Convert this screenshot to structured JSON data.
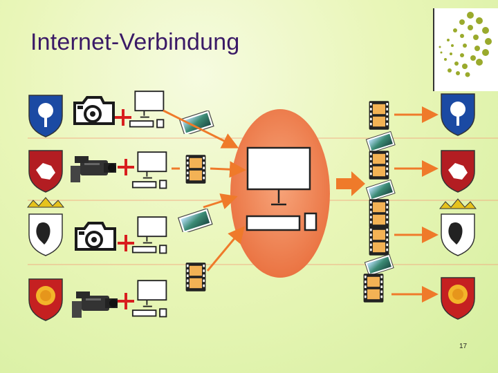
{
  "slide": {
    "title": "Internet-Verbindung",
    "page_number": "17"
  },
  "colors": {
    "background": "#e9f6b8",
    "title": "#3a1a66",
    "arrow": "#ef7a2a",
    "server": "#f08a5a",
    "plus": "#d81e1e",
    "guideline": "#f3a07a"
  },
  "rows": [
    {
      "coat_of_arms": "coat-of-arms-tree",
      "device": "photo-camera-icon",
      "media": "photo-icon"
    },
    {
      "coat_of_arms": "coat-of-arms-st-george",
      "device": "video-camera-icon",
      "media": "film-strip-icon"
    },
    {
      "coat_of_arms": "coat-of-arms-berlin-bear",
      "device": "photo-camera-icon",
      "media": "photo-icon"
    },
    {
      "coat_of_arms": "coat-of-arms-sun",
      "device": "video-camera-icon",
      "media": "film-strip-icon"
    }
  ],
  "icons": [
    "logo-dots-icon",
    "computer-icon",
    "plus-icon",
    "server-icon",
    "arrow-icon"
  ]
}
